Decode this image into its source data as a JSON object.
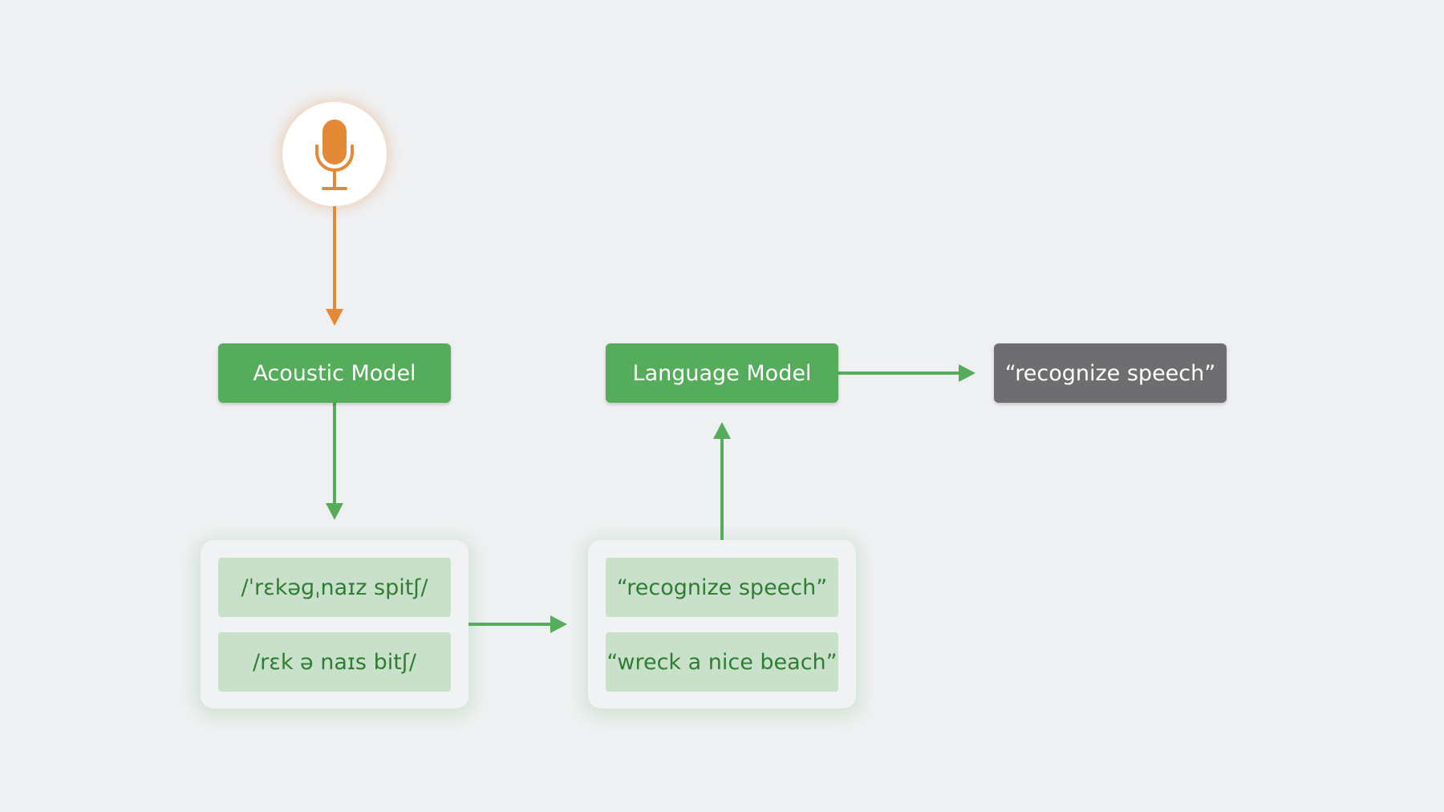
{
  "colors": {
    "background": "#eff0f2",
    "model_green": "#55ad5b",
    "candidate_fill": "#c9e1ca",
    "candidate_text": "#2e7d32",
    "result_gray": "#6e6e71",
    "mic_orange": "#e48a37"
  },
  "input": {
    "icon": "microphone-icon"
  },
  "acoustic_model": {
    "label": "Acoustic Model"
  },
  "language_model": {
    "label": "Language Model"
  },
  "output": {
    "label": "“recognize speech”"
  },
  "phoneme_candidates": [
    {
      "label": "/ˈrɛkəɡˌnaɪz spitʃ/"
    },
    {
      "label": "/rɛk ə naɪs bitʃ/"
    }
  ],
  "word_candidates": [
    {
      "label": "“recognize speech”"
    },
    {
      "label": "“wreck a nice beach”"
    }
  ]
}
